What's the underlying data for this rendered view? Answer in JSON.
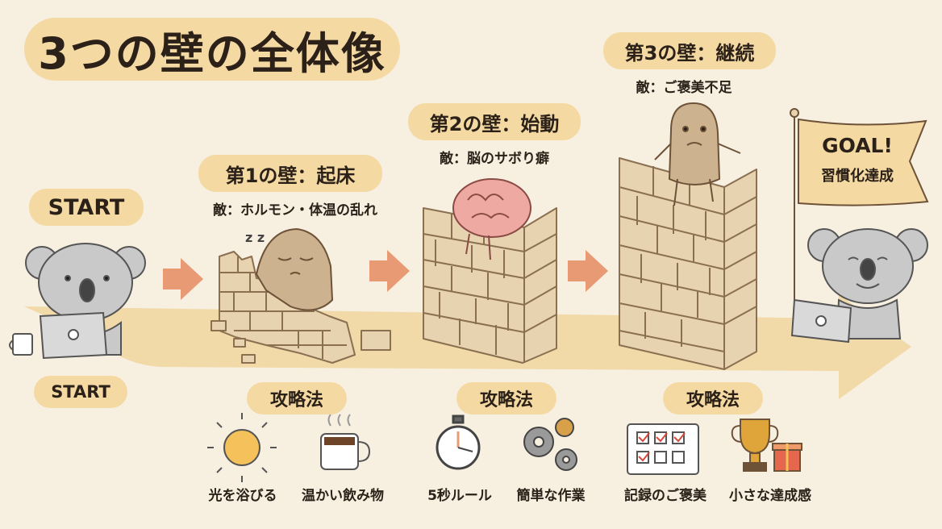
{
  "title": "3つの壁の全体像",
  "start": {
    "badge": "START",
    "label": "START"
  },
  "walls": [
    {
      "title": "第1の壁：起床",
      "enemy": "敵：ホルモン・体温の乱れ"
    },
    {
      "title": "第2の壁：始動",
      "enemy": "敵：脳のサボり癖"
    },
    {
      "title": "第3の壁：継続",
      "enemy": "敵：ご褒美不足"
    }
  ],
  "goal": {
    "line1": "GOAL!",
    "line2": "習慣化達成"
  },
  "strategy_label": "攻略法",
  "strategies": [
    {
      "items": [
        {
          "icon": "sun-icon",
          "label": "光を浴びる"
        },
        {
          "icon": "hot-drink-icon",
          "label": "温かい飲み物"
        }
      ]
    },
    {
      "items": [
        {
          "icon": "stopwatch-icon",
          "label": "5秒ルール"
        },
        {
          "icon": "gears-icon",
          "label": "簡単な作業"
        }
      ]
    },
    {
      "items": [
        {
          "icon": "checklist-icon",
          "label": "記録のご褒美"
        },
        {
          "icon": "trophy-icon",
          "label": "小さな達成感"
        }
      ]
    }
  ],
  "sleep_mark": "z z",
  "colors": {
    "background": "#f7efe0",
    "pill": "#f4d9a3",
    "path": "#f1d9a8",
    "arrow": "#e79a74",
    "brick": "#e8d3b1",
    "brick_line": "#8a6f50",
    "creature": "#cdb28f",
    "brain": "#eea9a2",
    "koala": "#c9c9c9"
  }
}
